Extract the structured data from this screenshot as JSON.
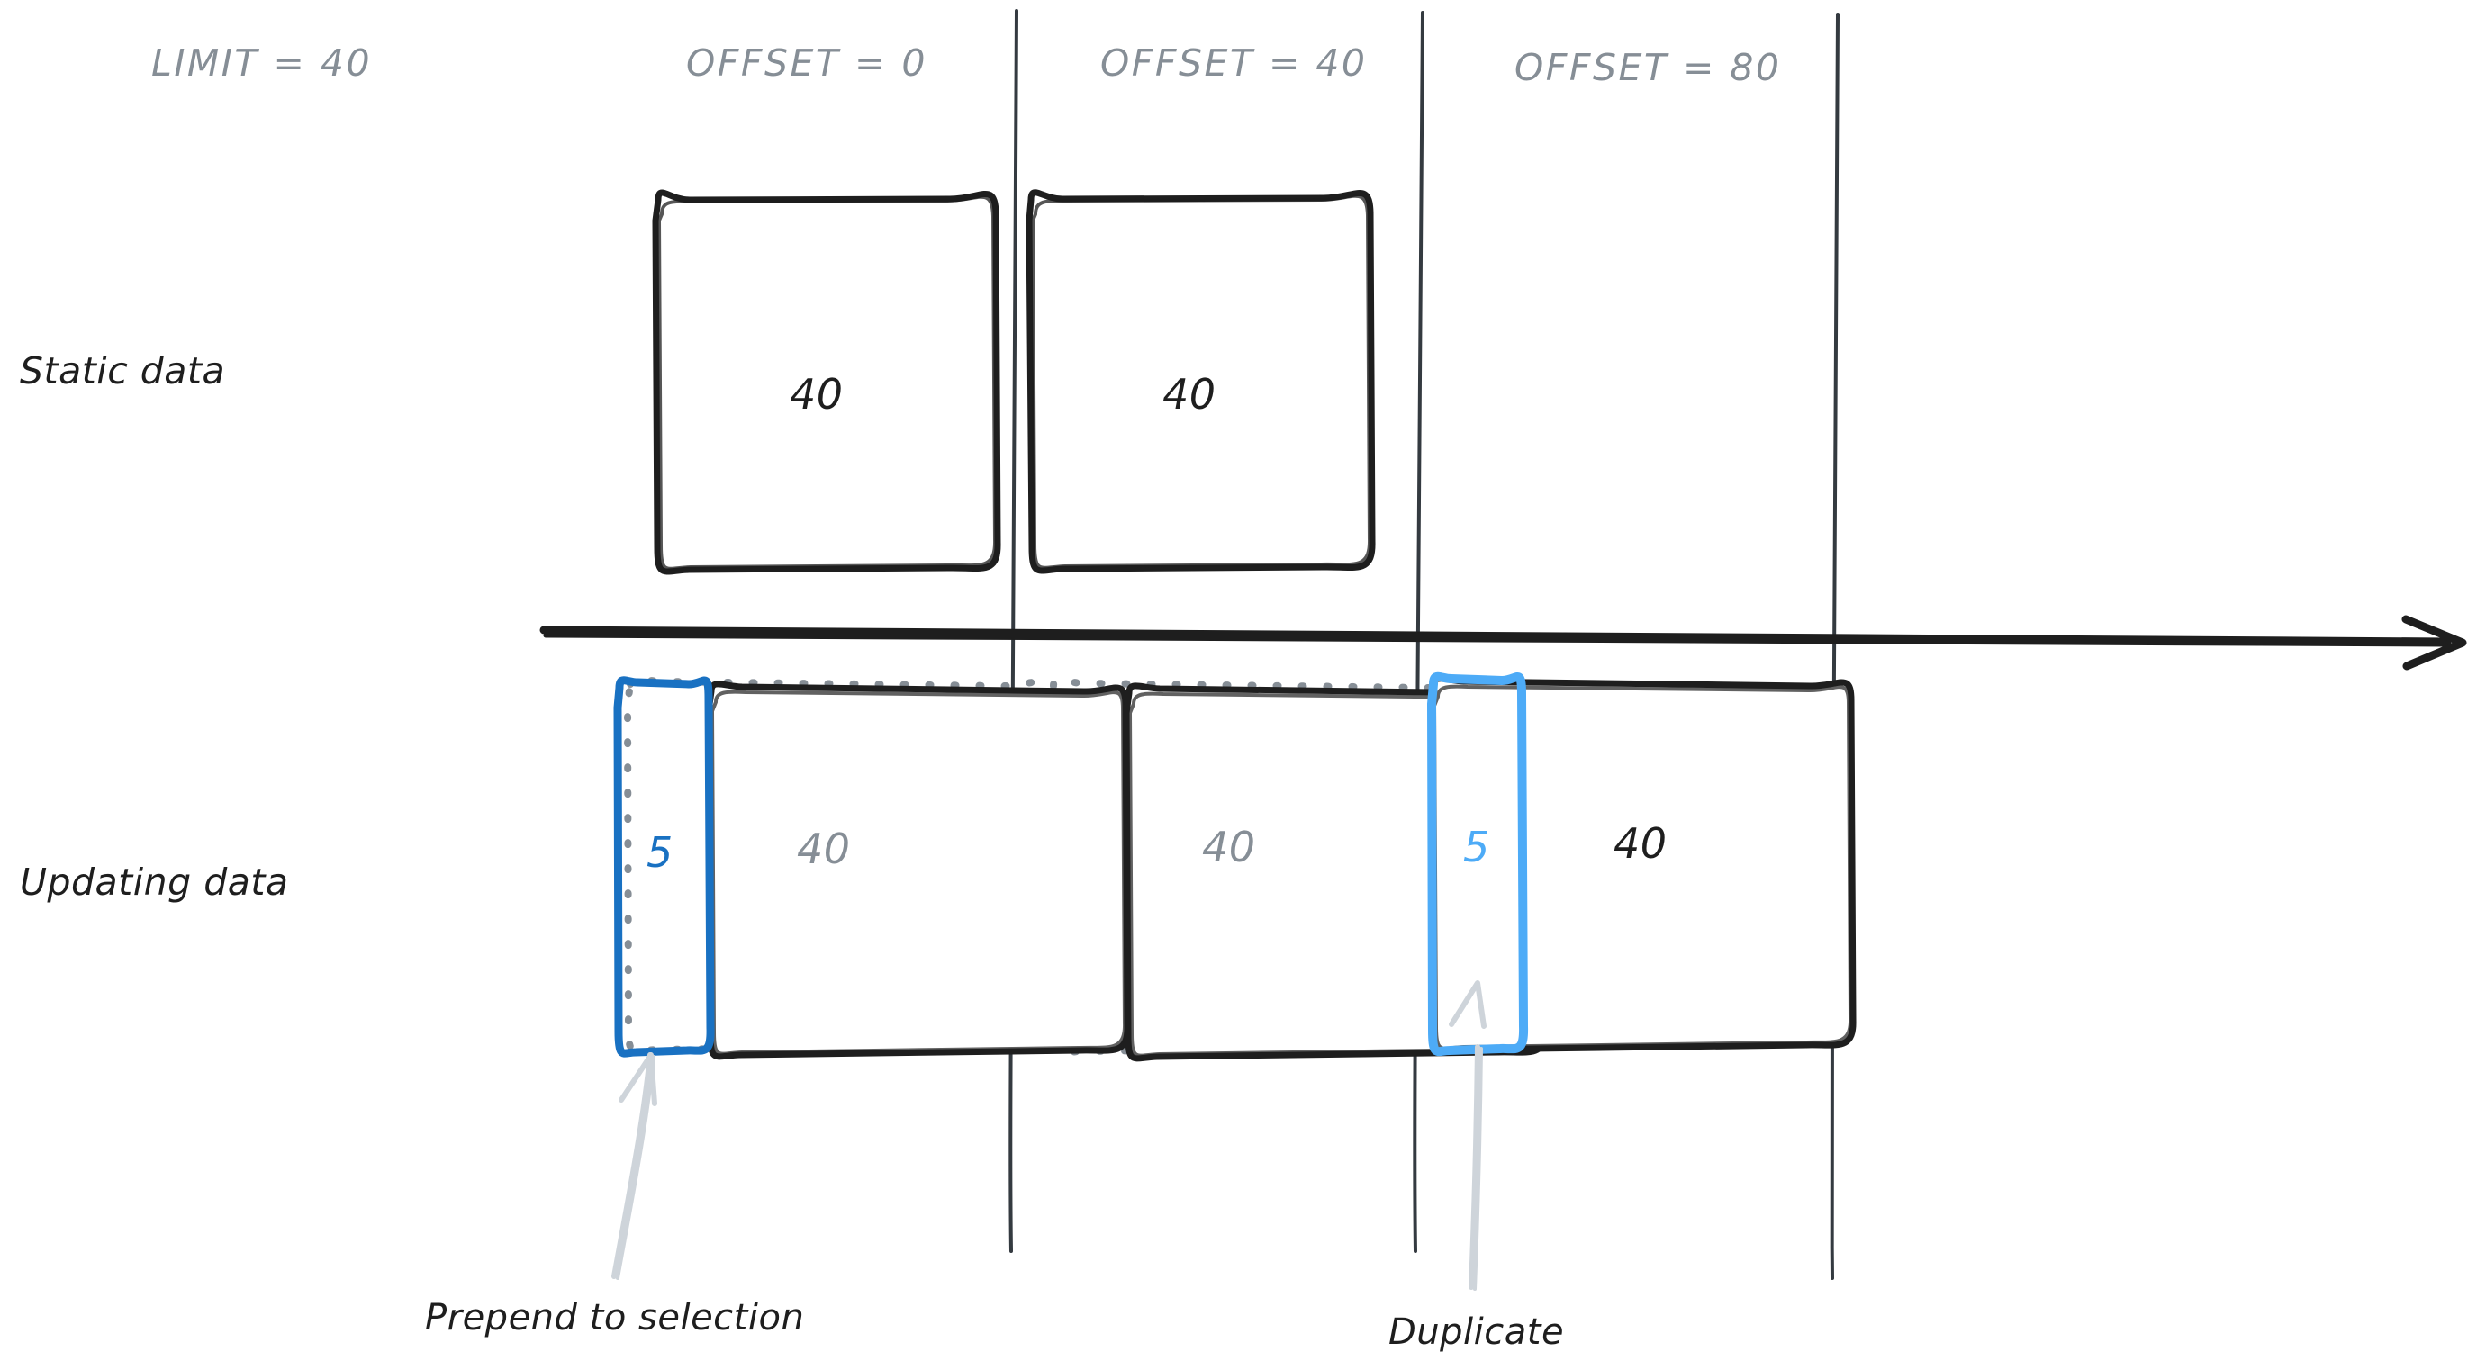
{
  "diagram": {
    "title_label": "LIMIT = 40",
    "row_labels": [
      {
        "id": "static",
        "text": "Static data"
      },
      {
        "id": "updating",
        "text": "Updating data"
      }
    ],
    "column_headers": [
      {
        "id": "offset-0",
        "text": "OFFSET = 0"
      },
      {
        "id": "offset-40",
        "text": "OFFSET = 40"
      },
      {
        "id": "offset-80",
        "text": "OFFSET = 80"
      }
    ],
    "static_row": {
      "boxes": [
        {
          "id": "static-page-1",
          "value": "40",
          "style": "solid-black"
        },
        {
          "id": "static-page-2",
          "value": "40",
          "style": "solid-black"
        }
      ]
    },
    "updating_row": {
      "boxes": [
        {
          "id": "prepended-chunk",
          "value": "5",
          "style": "blue-dark-outline"
        },
        {
          "id": "updating-page-1",
          "value": "40",
          "style": "solid-black-gray-text"
        },
        {
          "id": "updating-page-2",
          "value": "40",
          "style": "solid-black-gray-text"
        },
        {
          "id": "duplicate-chunk",
          "value": "5",
          "style": "blue-light-outline"
        },
        {
          "id": "updating-page-3",
          "value": "40",
          "style": "solid-black"
        }
      ],
      "ghost_boxes": [
        {
          "id": "ghost-page-1",
          "style": "dotted-gray"
        },
        {
          "id": "ghost-page-2",
          "style": "dotted-gray"
        }
      ]
    },
    "annotations": [
      {
        "id": "prepend-annotation",
        "text": "Prepend to selection"
      },
      {
        "id": "duplicate-annotation",
        "text": "Duplicate"
      }
    ],
    "colors": {
      "ink": "#1e1e1e",
      "gray": "#868e96",
      "blue_dark": "#1971c2",
      "blue_light": "#4dabf7",
      "arrow_light": "#ced4da",
      "divider": "#343a40"
    }
  }
}
